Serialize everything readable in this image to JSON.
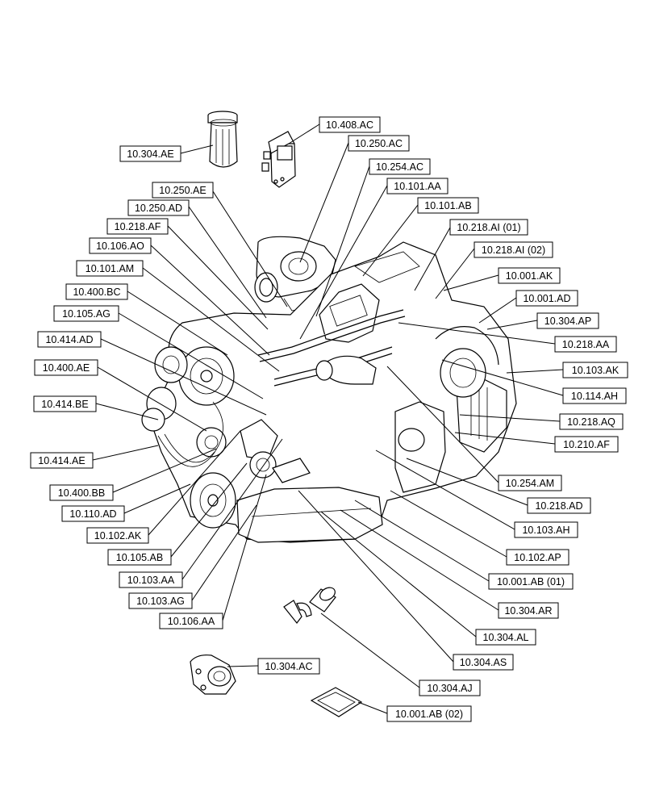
{
  "callouts": [
    {
      "id": "c1",
      "label": "10.304.AE"
    },
    {
      "id": "c2",
      "label": "10.408.AC"
    },
    {
      "id": "c3",
      "label": "10.250.AC"
    },
    {
      "id": "c4",
      "label": "10.254.AC"
    },
    {
      "id": "c5",
      "label": "10.101.AA"
    },
    {
      "id": "c6",
      "label": "10.101.AB"
    },
    {
      "id": "c7",
      "label": "10.250.AE"
    },
    {
      "id": "c8",
      "label": "10.250.AD"
    },
    {
      "id": "c9",
      "label": "10.218.AF"
    },
    {
      "id": "c10",
      "label": "10.218.AI (01)"
    },
    {
      "id": "c11",
      "label": "10.106.AO"
    },
    {
      "id": "c12",
      "label": "10.218.AI (02)"
    },
    {
      "id": "c13",
      "label": "10.101.AM"
    },
    {
      "id": "c14",
      "label": "10.001.AK"
    },
    {
      "id": "c15",
      "label": "10.400.BC"
    },
    {
      "id": "c16",
      "label": "10.001.AD"
    },
    {
      "id": "c17",
      "label": "10.105.AG"
    },
    {
      "id": "c18",
      "label": "10.304.AP"
    },
    {
      "id": "c19",
      "label": "10.414.AD"
    },
    {
      "id": "c20",
      "label": "10.218.AA"
    },
    {
      "id": "c21",
      "label": "10.400.AE"
    },
    {
      "id": "c22",
      "label": "10.103.AK"
    },
    {
      "id": "c23",
      "label": "10.114.AH"
    },
    {
      "id": "c24",
      "label": "10.414.BE"
    },
    {
      "id": "c25",
      "label": "10.218.AQ"
    },
    {
      "id": "c26",
      "label": "10.210.AF"
    },
    {
      "id": "c27",
      "label": "10.414.AE"
    },
    {
      "id": "c28",
      "label": "10.254.AM"
    },
    {
      "id": "c29",
      "label": "10.400.BB"
    },
    {
      "id": "c30",
      "label": "10.218.AD"
    },
    {
      "id": "c31",
      "label": "10.110.AD"
    },
    {
      "id": "c32",
      "label": "10.103.AH"
    },
    {
      "id": "c33",
      "label": "10.102.AK"
    },
    {
      "id": "c34",
      "label": "10.105.AB"
    },
    {
      "id": "c35",
      "label": "10.102.AP"
    },
    {
      "id": "c36",
      "label": "10.103.AA"
    },
    {
      "id": "c37",
      "label": "10.001.AB (01)"
    },
    {
      "id": "c38",
      "label": "10.103.AG"
    },
    {
      "id": "c39",
      "label": "10.304.AR"
    },
    {
      "id": "c40",
      "label": "10.106.AA"
    },
    {
      "id": "c41",
      "label": "10.304.AL"
    },
    {
      "id": "c42",
      "label": "10.304.AS"
    },
    {
      "id": "c43",
      "label": "10.304.AC"
    },
    {
      "id": "c44",
      "label": "10.304.AJ"
    },
    {
      "id": "c45",
      "label": "10.001.AB (02)"
    }
  ]
}
